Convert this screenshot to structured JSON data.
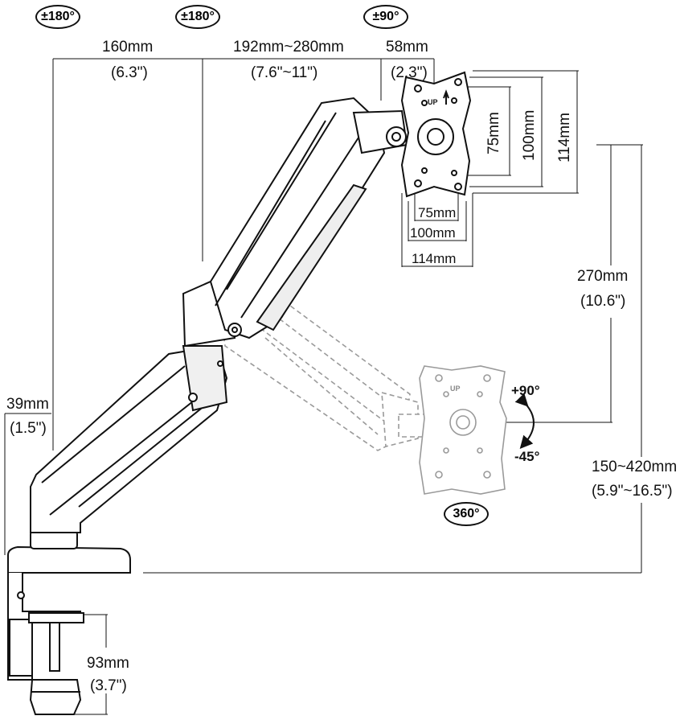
{
  "rotation_badges": {
    "base_joint": "±180°",
    "elbow_joint": "±180°",
    "head_joint": "±90°",
    "lower_head": "360°"
  },
  "dimensions": {
    "arm1_mm": "160mm",
    "arm1_in": "(6.3\")",
    "arm2_mm": "192mm~280mm",
    "arm2_in": "(7.6\"~11\")",
    "head_mm": "58mm",
    "head_in": "(2.3\")",
    "vesa_h75": "75mm",
    "vesa_h100": "100mm",
    "vesa_h114": "114mm",
    "vesa_w75": "75mm",
    "vesa_w100": "100mm",
    "vesa_w114": "114mm",
    "height_mm": "270mm",
    "height_in": "(10.6\")",
    "base_offset_mm": "39mm",
    "base_offset_in": "(1.5\")",
    "reach_mm": "150~420mm",
    "reach_in": "(5.9\"~16.5\")",
    "clamp_mm": "93mm",
    "clamp_in": "(3.7\")"
  },
  "tilt": {
    "up": "+90°",
    "down": "-45°"
  },
  "plate_label": "UP",
  "colors": {
    "line": "#111111",
    "ghost": "#9a9a9a",
    "fill": "#ffffff",
    "shade": "#e8e8e8"
  }
}
